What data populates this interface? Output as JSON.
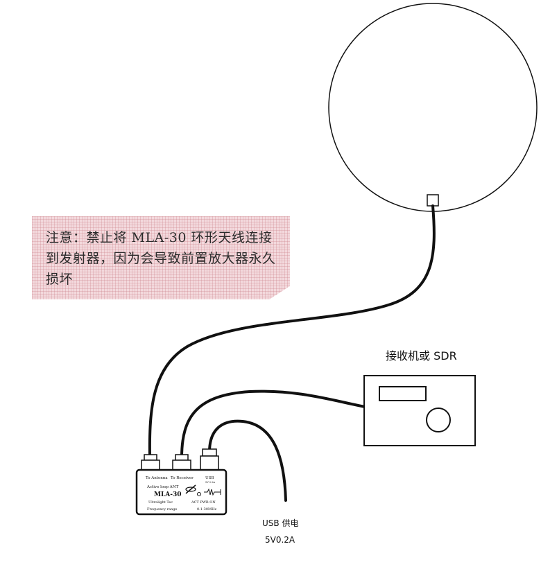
{
  "note": {
    "text": "注意：禁止将 MLA-30 环形天线连接到发射器，因为会导致前置放大器永久损坏"
  },
  "receiver": {
    "label": "接收机或 SDR"
  },
  "power": {
    "label": "USB 供电",
    "spec": "5V0.2A"
  },
  "device": {
    "port_antenna": "To Antenna",
    "port_receiver": "To Receiver",
    "port_usb": "USB",
    "usb_spec": "5V 0.2A",
    "mode_label": "Active loop ANT",
    "model": "MLA-30",
    "subtitle": "Ultralight Tec",
    "status_label": "ACT PWR ON",
    "freq_label": "Frequency range",
    "freq_value": "0.1-30MHz"
  }
}
